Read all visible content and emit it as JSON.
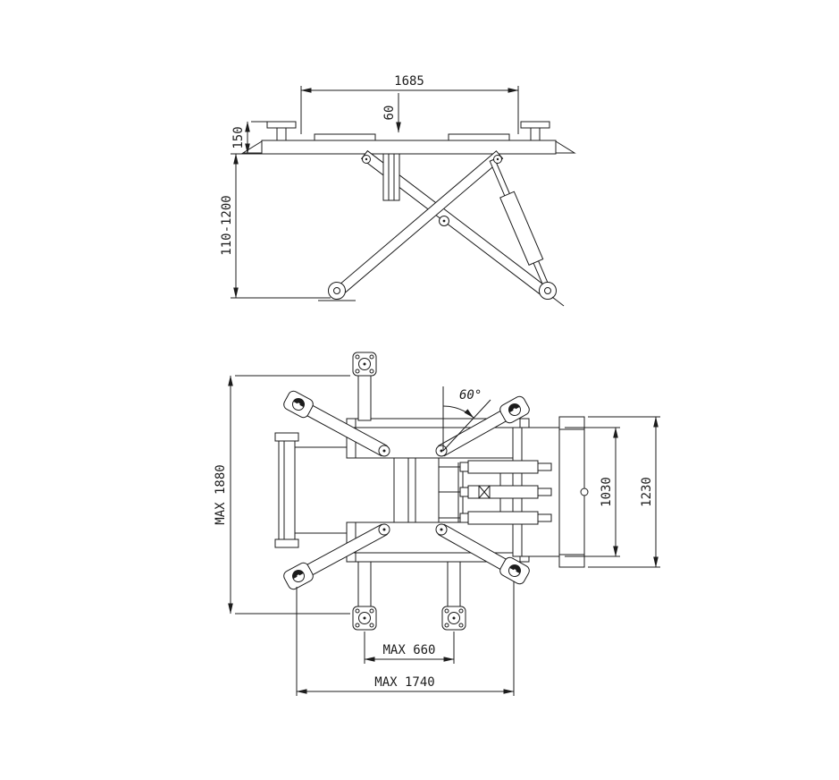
{
  "page": {
    "background": "#ffffff",
    "line_color": "#1c1c1c"
  },
  "views": {
    "side": {
      "dims": {
        "overall_length": "1685",
        "plate_offset": "60",
        "platform_height": "150",
        "lift_range": "110-1200"
      }
    },
    "plan": {
      "dims": {
        "max_width": "MAX 1880",
        "arm_angle": "60°",
        "frame_width": "1030",
        "overall_width": "1230",
        "pad_spacing": "MAX 660",
        "max_length": "MAX 1740"
      }
    }
  }
}
